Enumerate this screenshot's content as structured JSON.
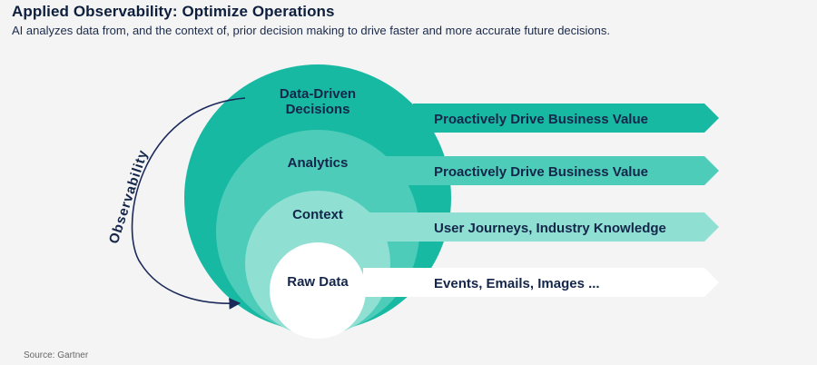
{
  "header": {
    "title": "Applied Observability: Optimize Operations",
    "subtitle": "AI analyzes data from, and the context of, prior decision making to drive faster and more accurate future decisions."
  },
  "footer": {
    "source": "Source: Gartner"
  },
  "cycle": {
    "label": "Observability"
  },
  "layers": [
    {
      "name_lines": [
        "Data-Driven",
        "Decisions"
      ],
      "arrow_label": "Proactively Drive Business Value"
    },
    {
      "name_lines": [
        "Analytics"
      ],
      "arrow_label": "Proactively Drive Business Value"
    },
    {
      "name_lines": [
        "Context"
      ],
      "arrow_label": "User Journeys, Industry Knowledge"
    },
    {
      "name_lines": [
        "Raw Data"
      ],
      "arrow_label": "Events, Emails, Images ..."
    }
  ],
  "colors": {
    "layer1": "#17b9a2",
    "layer2": "#4dcdb9",
    "layer3": "#8fe0d3",
    "layer4": "#ffffff",
    "arc": "#1b2a5a"
  }
}
